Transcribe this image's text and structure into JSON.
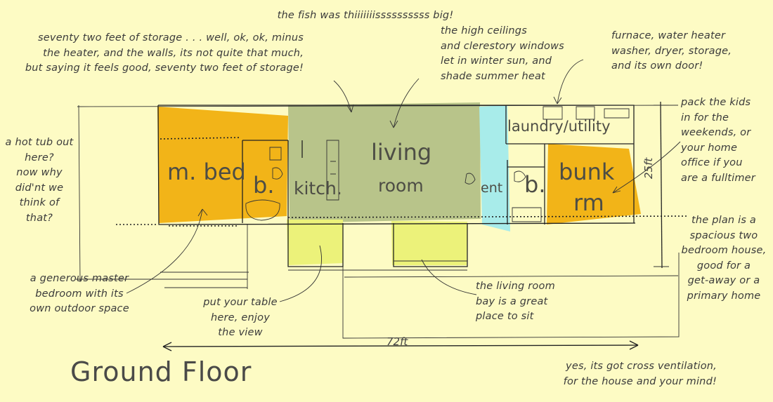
{
  "title": "Ground Floor",
  "colors": {
    "background": "#fdfbc4",
    "bedroom": "#f2b418",
    "living": "#b8c48a",
    "entry": "#a8ecea",
    "patio": "#ecf27a"
  },
  "rooms": {
    "master_bed": "m. bed",
    "bath1": "b.",
    "kitchen": "kitch.",
    "living_line1": "living",
    "living_line2": "room",
    "entry": "ent",
    "bath2": "b.",
    "laundry": "laundry/utility",
    "bunk_line1": "bunk",
    "bunk_line2": "rm"
  },
  "dimensions": {
    "length": "72ft",
    "depth": "25ft"
  },
  "notes": {
    "fish": [
      "the fish was thiiiiiiissssssssss big!"
    ],
    "storage": [
      "seventy two feet of storage . . . well, ok, ok, minus",
      "the heater, and the walls, its not quite that much,",
      "but saying it feels good, seventy two feet of storage!"
    ],
    "ceilings": [
      "the high ceilings",
      "and clerestory windows",
      "let in winter sun, and",
      "shade summer heat"
    ],
    "furnace": [
      "furnace, water heater",
      "washer, dryer, storage,",
      "and its own door!"
    ],
    "hot_tub": [
      "a hot tub out",
      "here?",
      "now why",
      "did'nt we",
      "think of",
      "that?"
    ],
    "kids": [
      "pack the kids",
      "in for the",
      "weekends, or",
      "your home",
      "office if you",
      "are a fulltimer"
    ],
    "plan": [
      "the plan is a",
      "spacious two",
      "bedroom house,",
      "good for a",
      "get-away or a",
      "primary home"
    ],
    "master": [
      "a generous master",
      "bedroom with its",
      "own outdoor space"
    ],
    "table": [
      "put your table",
      "here, enjoy",
      "the view"
    ],
    "bay": [
      "the living room",
      "bay is a great",
      "place to sit"
    ],
    "ventilation": [
      "yes, its got cross ventilation,",
      "for the house and your mind!"
    ]
  }
}
